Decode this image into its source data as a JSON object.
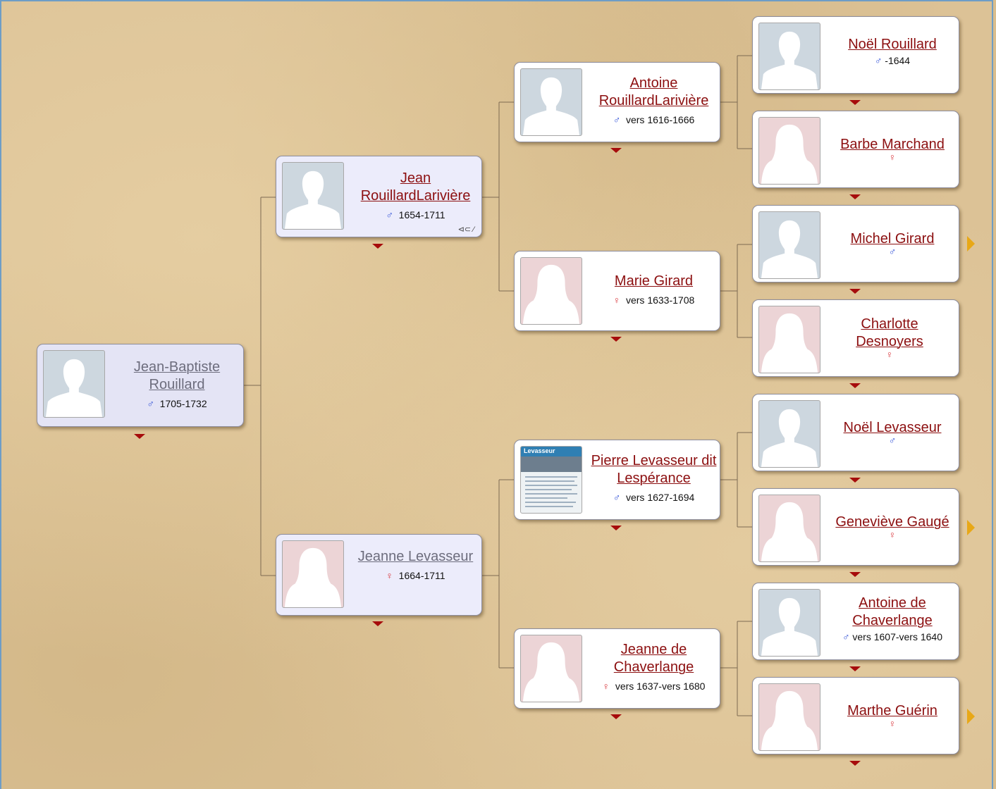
{
  "colors": {
    "accent_link": "#8c0f10",
    "male_symbol": "#2e4ed6",
    "female_symbol": "#d8343a",
    "expand_arrow": "#e8a817",
    "menu_triangle": "#a60c0c"
  },
  "people": {
    "root": {
      "name": "Jean-Baptiste Rouillard",
      "sex": "♂",
      "life": "1705-1732"
    },
    "father": {
      "name": "Jean RouillardLarivière",
      "sex": "♂",
      "life": "1654-1711",
      "tools": "⊲⊂ ⁄"
    },
    "mother": {
      "name": "Jeanne Levasseur",
      "sex": "♀",
      "life": "1664-1711"
    },
    "ff": {
      "name": "Antoine RouillardLarivière",
      "sex": "♂",
      "life": "vers 1616-1666"
    },
    "fm": {
      "name": "Marie Girard",
      "sex": "♀",
      "life": "vers 1633-1708"
    },
    "mf": {
      "name": "Pierre Levasseur dit Lespérance",
      "sex": "♂",
      "life": "vers 1627-1694",
      "photo_label": "Levasseur"
    },
    "mm": {
      "name": "Jeanne de Chaverlange",
      "sex": "♀",
      "life": "vers 1637-vers 1680"
    },
    "fff": {
      "name": "Noël Rouillard",
      "sex": "♂",
      "life": "-1644"
    },
    "ffm": {
      "name": "Barbe Marchand",
      "sex": "♀",
      "life": ""
    },
    "fmf": {
      "name": "Michel Girard",
      "sex": "♂",
      "life": ""
    },
    "fmm": {
      "name": "Charlotte Desnoyers",
      "sex": "♀",
      "life": ""
    },
    "mff": {
      "name": "Noël Levasseur",
      "sex": "♂",
      "life": ""
    },
    "mfm": {
      "name": "Geneviève Gaugé",
      "sex": "♀",
      "life": ""
    },
    "mmf": {
      "name": "Antoine de Chaverlange",
      "sex": "♂",
      "life": "vers 1607-vers 1640"
    },
    "mmm": {
      "name": "Marthe Guérin",
      "sex": "♀",
      "life": ""
    }
  }
}
